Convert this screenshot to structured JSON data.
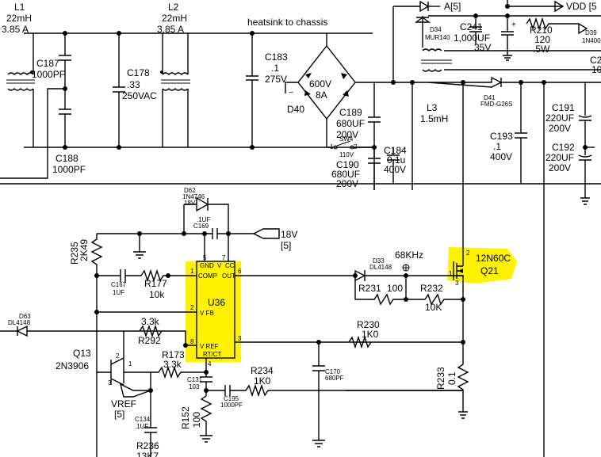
{
  "colors": {
    "highlight": "#fff200",
    "ink": "#000000",
    "background": "#ffffff"
  },
  "labels": {
    "l1_ref": "L1",
    "l1_val": "22mH",
    "l1_cur": "3.85 A",
    "l2_ref": "L2",
    "l2_val": "22mH",
    "l2_cur": "3.85 A",
    "heatsink": "heatsink to chassis",
    "c187_ref": "C187",
    "c187_val": "1000PF",
    "c178_ref": "C178",
    "c178_v1": ".33",
    "c178_v2": "250VAC",
    "c188_ref": "C188",
    "c188_val": "1000PF",
    "c183_ref": "C183",
    "c183_v1": ".1",
    "c183_v2": "275V",
    "d40_ref": "D40",
    "d40_v1": "600V",
    "d40_v2": "8A",
    "c189a_ref": "C189",
    "c189a_v1": "680UF",
    "c189a_v2": "200V",
    "c190_ref": "C190",
    "c190_v1": "680UF",
    "c190_v2": "200V",
    "sw4_ref": "SW4",
    "sw4_val": "110V",
    "sw4_p1": "1",
    "sw4_p2": "2",
    "c184_ref": "C184",
    "c184_v1": "0.1u",
    "c184_v2": "400V",
    "l3_ref": "L3",
    "l3_val": "1.5mH",
    "a5": "A[5]",
    "vdd": "VDD [5",
    "d34_ref": "D34",
    "d34_val": "MUR140",
    "c241_ref": "C241",
    "c241_v1": "1,000UF",
    "c241_v2": "35V",
    "r210_ref": "R210",
    "r210_v1": "120",
    "r210_v2": ".5W",
    "d39_ref": "D39",
    "d39_val": "1N400",
    "c2_ref": "C2",
    "c2_val": "10",
    "d41_ref": "D41",
    "d41_val": "FMD-G26S",
    "c193_ref": "C193",
    "c193_v1": ".1",
    "c193_v2": "400V",
    "c191_ref": "C191",
    "c191_v1": "220UF",
    "c191_v2": "200V",
    "c192_ref": "C192",
    "c192_v1": "220UF",
    "c192_v2": "200V",
    "d62_ref": "D62",
    "d62_val": "1N4746",
    "d62_v": "18V",
    "c169_val": ".1UF",
    "c169_ref": "C169",
    "v18": "18V",
    "v18_ref": "[5]",
    "r235_ref": "R235",
    "r235_val": "2K49",
    "c167_ref": "C167",
    "c167_val": "1UF",
    "r177_ref": "R177",
    "r177_val": "10k",
    "u36_ref": "U36",
    "pin_gnd": "GND",
    "pin_v": "V",
    "pin_cc": "CC",
    "pin_comp": "COMP",
    "pin_out": "OUT",
    "pin_vfb": "V FB",
    "pin_vref": "V REF",
    "pin_rtct": "RT/CT",
    "pn5": "5",
    "pn7": "7",
    "pn1": "1",
    "pn6": "6",
    "pn2": "2",
    "pn8": "8",
    "pn3": "3",
    "pn4": "4",
    "d33_ref": "D33",
    "d33_val": "DL4148",
    "khz": "68KHz",
    "r231_ref": "R231",
    "r231_val": "100",
    "r232_ref": "R232",
    "r232_val": "10K",
    "q21_part": "12N60C",
    "q21_ref": "Q21",
    "q21_p1": "1",
    "q21_p2": "2",
    "q21_p3": "3",
    "d63_ref": "D63",
    "d63_val": "DL4148",
    "r292_val": "3.3k",
    "r292_ref": "R292",
    "q13_ref": "Q13",
    "q13_val": "2N3906",
    "q13_p1": "1",
    "q13_p2": "2",
    "q13_p3": "3",
    "r173_ref": "R173",
    "r173_val": "3.3k",
    "c131_ref": "C131",
    "c131_val": "103",
    "r230_ref": "R230",
    "r230_val": "1K0",
    "r234_ref": "R234",
    "r234_val": "1K0",
    "c170_ref": "C170",
    "c170_val": "680PF",
    "c195_ref": "C195",
    "c195_val": "1000PF",
    "vref": "VREF",
    "vref_ref": "[5]",
    "c134_ref": "C134",
    "c134_val": ".1UF",
    "r152_ref": "R152",
    "r152_val": "100",
    "r233_ref": "R233",
    "r233_val": "0.1",
    "r236_ref": "R236",
    "r236_val": "13K7"
  }
}
